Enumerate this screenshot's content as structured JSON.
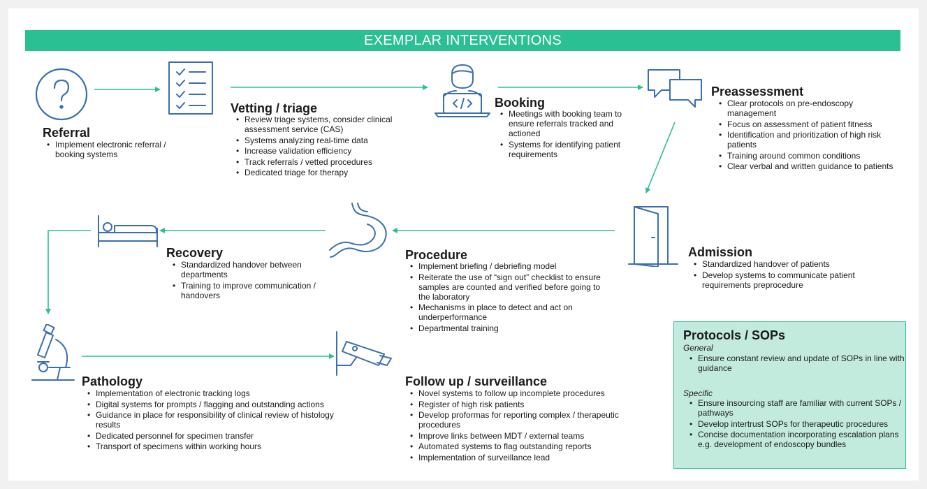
{
  "header": {
    "title": "EXEMPLAR INTERVENTIONS"
  },
  "colors": {
    "accent": "#2bbf94",
    "icon": "#3a6fb0",
    "sop_fill": "#c3ebdd"
  },
  "stages": {
    "referral": {
      "icon": "question-icon",
      "title": "Referral",
      "bullets": [
        "Implement electronic referral / booking systems"
      ]
    },
    "vetting": {
      "icon": "checklist-icon",
      "title": "Vetting / triage",
      "bullets": [
        "Review triage systems, consider clinical assessment service (CAS)",
        "Systems analyzing real-time data",
        "Increase validation efficiency",
        "Track referrals / vetted procedures",
        "Dedicated triage for therapy"
      ]
    },
    "booking": {
      "icon": "person-laptop-icon",
      "title": "Booking",
      "bullets": [
        "Meetings with booking team to ensure referrals tracked and actioned",
        "Systems for identifying patient requirements"
      ]
    },
    "preassessment": {
      "icon": "speech-bubbles-icon",
      "title": "Preassessment",
      "bullets": [
        "Clear protocols on pre-endoscopy management",
        "Focus on assessment of patient fitness",
        "Identification and prioritization of high risk patients",
        "Training around common conditions",
        "Clear verbal and written guidance to patients"
      ]
    },
    "admission": {
      "icon": "door-icon",
      "title": "Admission",
      "bullets": [
        "Standardized handover of patients",
        "Develop systems to communicate patient requirements preprocedure"
      ]
    },
    "procedure": {
      "icon": "stomach-icon",
      "title": "Procedure",
      "bullets": [
        "Implement briefing / debriefing model",
        "Reiterate the use of “sign out” checklist to ensure samples are counted and verified before going to the laboratory",
        "Mechanisms in place to detect and act on underperformance",
        "Departmental training"
      ]
    },
    "recovery": {
      "icon": "bed-icon",
      "title": "Recovery",
      "bullets": [
        "Standardized handover between departments",
        "Training to improve communication / handovers"
      ]
    },
    "pathology": {
      "icon": "microscope-icon",
      "title": "Pathology",
      "bullets": [
        "Implementation of electronic tracking logs",
        "Digital systems for prompts / flagging and outstanding actions",
        "Guidance in place for responsibility of clinical review of histology results",
        "Dedicated personnel for specimen transfer",
        "Transport of specimens within working hours"
      ]
    },
    "followup": {
      "icon": "camera-icon",
      "title": "Follow up / surveillance",
      "bullets": [
        "Novel systems to follow up incomplete procedures",
        "Register of high risk patients",
        "Develop proformas for reporting complex / therapeutic procedures",
        "Improve links between MDT / external teams",
        "Automated systems to flag outstanding reports",
        "Implementation of surveillance lead"
      ]
    }
  },
  "sops": {
    "title": "Protocols / SOPs",
    "general_label": "General",
    "general_bullets": [
      "Ensure constant review and update of SOPs in line with guidance"
    ],
    "specific_label": "Specific",
    "specific_bullets": [
      "Ensure insourcing staff are familiar with current SOPs / pathways",
      "Develop intertrust SOPs for therapeutic procedures",
      "Concise documentation incorporating escalation plans e.g. development of endoscopy bundles"
    ]
  }
}
